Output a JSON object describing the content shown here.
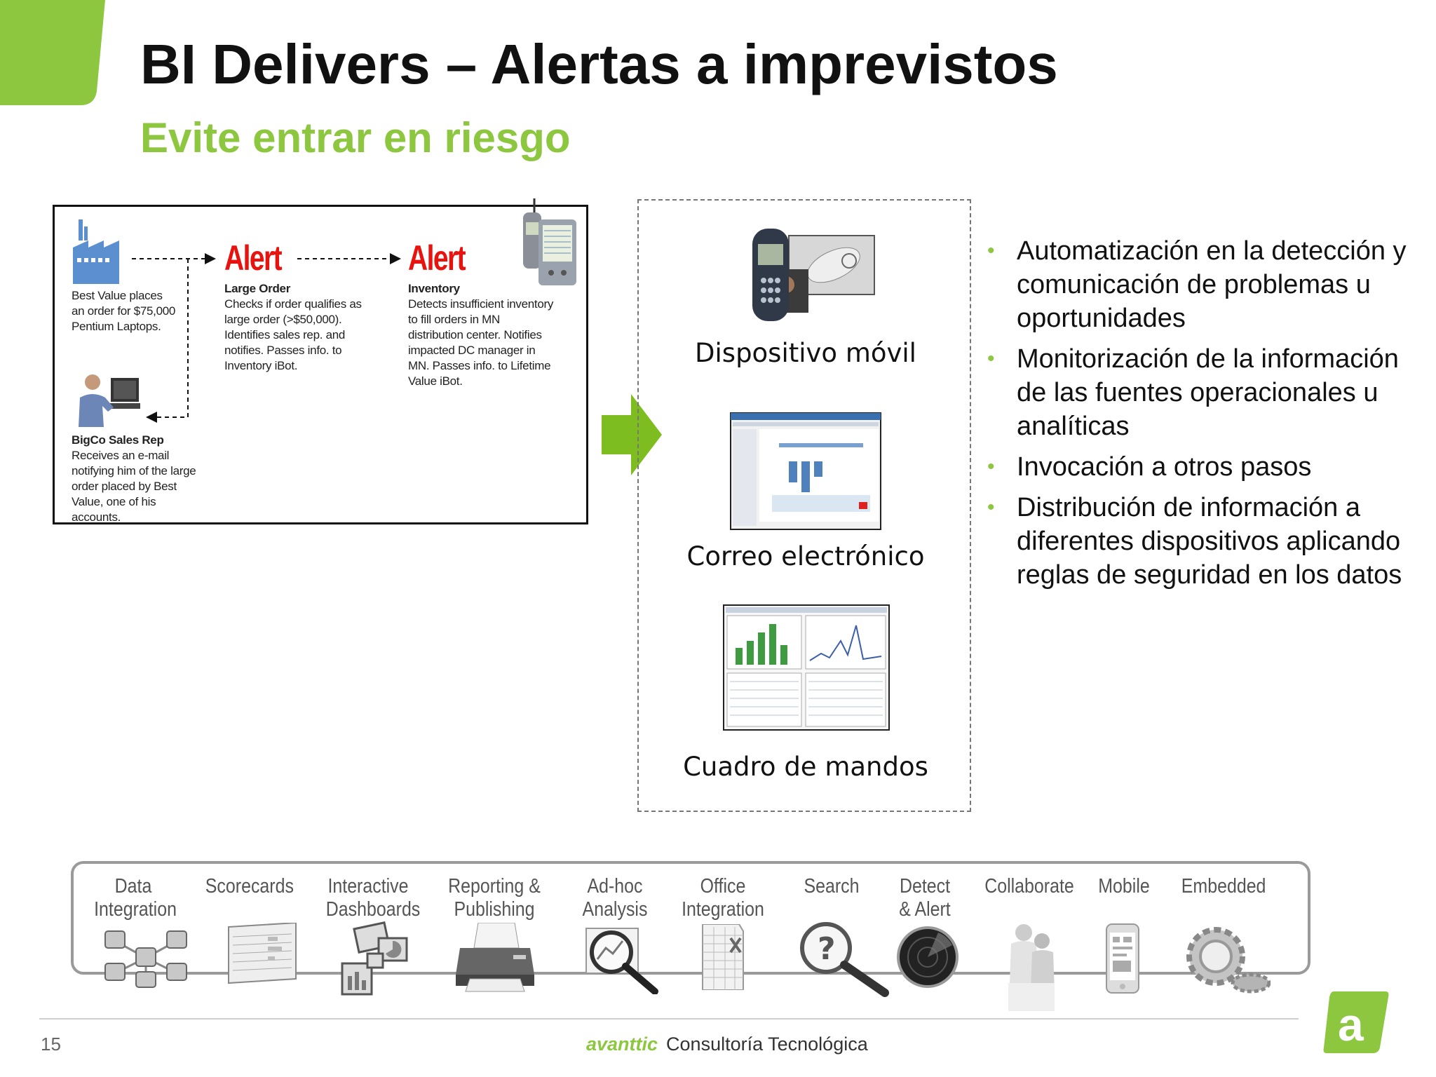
{
  "slide": {
    "title": "BI Delivers – Alertas a imprevistos",
    "subtitle": "Evite entrar en riesgo",
    "page_number": "15",
    "footer_brand": "avanttic",
    "footer_text": "Consultoría Tecnológica",
    "logo_letter": "a",
    "accent_color": "#8dc63f"
  },
  "flow": {
    "alert_word": "Alert",
    "customer_text": "Best Value places an order for $75,000 Pentium Laptops.",
    "large_order_title": "Large Order",
    "large_order_text": "Checks if order qualifies as large order (>$50,000). Identifies sales rep. and notifies. Passes info. to Inventory iBot.",
    "inventory_title": "Inventory",
    "inventory_text": "Detects insufficient inventory to fill orders in MN distribution center. Notifies impacted DC manager in MN. Passes info. to Lifetime Value iBot.",
    "rep_title": "BigCo Sales Rep",
    "rep_text": "Receives an e-mail notifying him of the large order placed by Best Value, one of his accounts.",
    "alert_color": "#e8130e"
  },
  "channels": [
    {
      "label": "Dispositivo móvil",
      "icon": "mobile-phone-image"
    },
    {
      "label": "Correo electrónico",
      "icon": "email-screenshot"
    },
    {
      "label": "Cuadro de mandos",
      "icon": "dashboard-screenshot"
    }
  ],
  "bullets": [
    "Automatización en la detección y comunicación de problemas u oportunidades",
    "Monitorización de la información de las fuentes operacionales u analíticas",
    "Invocación a otros pasos",
    "Distribución de información a diferentes dispositivos aplicando reglas de seguridad en los datos"
  ],
  "capabilities": [
    {
      "line1": "Data",
      "line2": "Integration",
      "icon": "database-network-icon"
    },
    {
      "line1": "Scorecards",
      "line2": "",
      "icon": "scorecard-icon"
    },
    {
      "line1": "Interactive",
      "line2": "Dashboards",
      "icon": "dashboard-icon"
    },
    {
      "line1": "Reporting &",
      "line2": "Publishing",
      "icon": "printer-icon"
    },
    {
      "line1": "Ad-hoc",
      "line2": "Analysis",
      "icon": "magnifier-chart-icon"
    },
    {
      "line1": "Office",
      "line2": "Integration",
      "icon": "spreadsheet-icon"
    },
    {
      "line1": "Search",
      "line2": "",
      "icon": "search-question-icon"
    },
    {
      "line1": "Detect",
      "line2": "& Alert",
      "icon": "radar-icon"
    },
    {
      "line1": "Collaborate",
      "line2": "",
      "icon": "people-icon"
    },
    {
      "line1": "Mobile",
      "line2": "",
      "icon": "smartphone-icon"
    },
    {
      "line1": "Embedded",
      "line2": "",
      "icon": "gears-icon"
    }
  ]
}
